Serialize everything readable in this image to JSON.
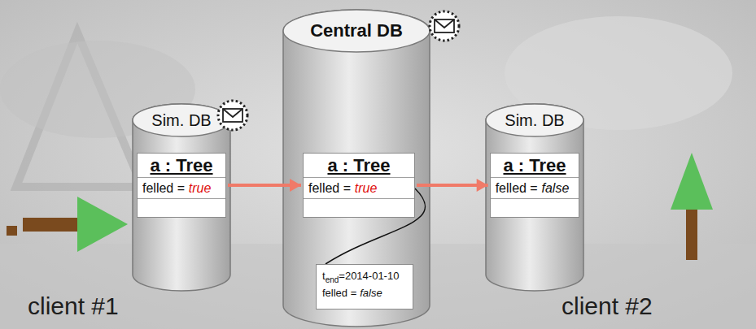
{
  "diagram": {
    "nodes": [
      {
        "text": [
          "Sim. DB"
        ]
      },
      {
        "text": [
          "a : Tree",
          "felled =",
          "true"
        ],
        "in": 0
      },
      {
        "text": [
          "Central DB"
        ]
      },
      {
        "text": [
          "a : Tree",
          "felled =",
          "true"
        ],
        "in": 2
      },
      {
        "text": [
          "t",
          "end",
          "=2014-01-10",
          "felled =",
          "false"
        ],
        "in": 2
      },
      {
        "text": [
          "Sim. DB"
        ]
      },
      {
        "text": [
          "a : Tree",
          "felled =",
          "false"
        ],
        "in": 5
      }
    ],
    "edges": [
      {
        "from": 1,
        "to": 3,
        "arrow": "to"
      },
      {
        "from": 3,
        "to": 6,
        "arrow": "to"
      },
      {
        "from": 3,
        "to": 4,
        "arrow": "none"
      }
    ],
    "labels": [
      "client #1",
      "client #2"
    ]
  }
}
